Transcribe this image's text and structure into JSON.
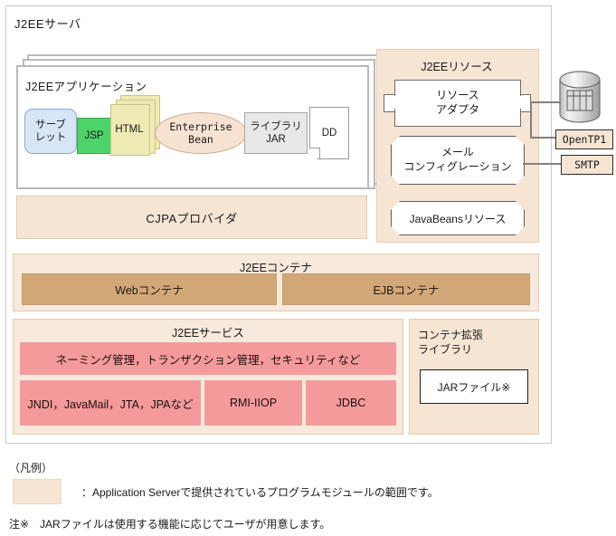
{
  "server": {
    "title": "J2EEサーバ"
  },
  "application": {
    "title": "J2EEアプリケーション",
    "modules": [
      {
        "name": "servlet",
        "label": "サーブ\nレット",
        "color": "#d7e6f7"
      },
      {
        "name": "jsp",
        "label": "JSP",
        "color": "#4ed36b"
      },
      {
        "name": "html",
        "label": "HTML",
        "color": "#eeeab3"
      },
      {
        "name": "enterprise-bean",
        "label": "Enterprise\nBean",
        "color": "#f7e2d2"
      },
      {
        "name": "library-jar",
        "label": "ライブラリ\nJAR",
        "color": "#e8e8e8"
      },
      {
        "name": "dd",
        "label": "DD",
        "color": "#ffffff"
      }
    ],
    "servlet_line1": "サーブ",
    "servlet_line2": "レット",
    "jsp": "JSP",
    "html": "HTML",
    "ejb_line1": "Enterprise",
    "ejb_line2": "Bean",
    "libjar_line1": "ライブラリ",
    "libjar_line2": "JAR",
    "dd": "DD"
  },
  "cjpa": {
    "label": "CJPAプロバイダ"
  },
  "container": {
    "title": "J2EEコンテナ",
    "cells": [
      {
        "name": "web-container",
        "label": "Webコンテナ"
      },
      {
        "name": "ejb-container",
        "label": "EJBコンテナ"
      }
    ],
    "web_label": "Webコンテナ",
    "ejb_label": "EJBコンテナ",
    "accent": "#d3a878"
  },
  "services": {
    "title": "J2EEサービス",
    "wide_label": "ネーミング管理，トランザクション管理，セキュリティなど",
    "cells": [
      {
        "name": "jndi",
        "label": "JNDI，JavaMail，JTA，JPAなど"
      },
      {
        "name": "rmi-iiop",
        "label": "RMI-IIOP"
      },
      {
        "name": "jdbc",
        "label": "JDBC"
      }
    ],
    "jndi_label": "JNDI，JavaMail，JTA，JPAなど",
    "rmi_label": "RMI-IIOP",
    "jdbc_label": "JDBC",
    "accent": "#f59a9a"
  },
  "extension_library": {
    "title_line1": "コンテナ拡張",
    "title_line2": "ライブラリ",
    "jar_label": "JARファイル※"
  },
  "resources": {
    "title": "J2EEリソース",
    "adapter_line1": "リソース",
    "adapter_line2": "アダプタ",
    "mail_line1": "メール",
    "mail_line2": "コンフィグレーション",
    "javabeans_label": "JavaBeansリソース",
    "items": [
      {
        "name": "resource-adapter",
        "label": "リソースアダプタ"
      },
      {
        "name": "mail-configuration",
        "label": "メールコンフィグレーション"
      },
      {
        "name": "javabeans-resource",
        "label": "JavaBeansリソース"
      }
    ]
  },
  "external": {
    "database_label": "",
    "opentp1_label": "OpenTP1",
    "smtp_label": "SMTP"
  },
  "legend": {
    "title": "（凡例）",
    "swatch_color": "#f7e5d4",
    "description": "：Application Serverで提供されているプログラムモジュールの範囲です。",
    "note": "注※　JARファイルは使用する機能に応じてユーザが用意します。"
  }
}
